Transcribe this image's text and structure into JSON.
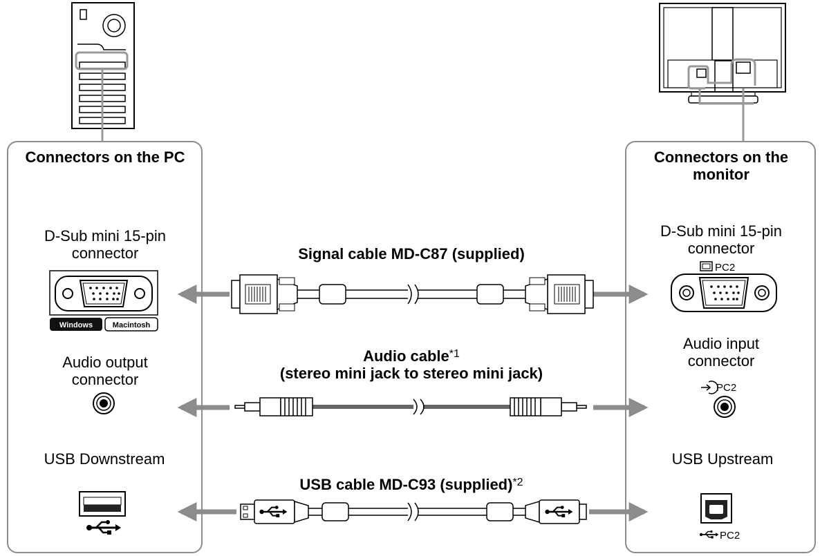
{
  "pc": {
    "heading": "Connectors on the PC",
    "dsub_label": "D-Sub mini 15-pin connector",
    "badges": [
      "Windows",
      "Macintosh"
    ],
    "audio_label": "Audio output connector",
    "usb_label": "USB Downstream"
  },
  "monitor": {
    "heading": "Connectors on the monitor",
    "dsub_label": "D-Sub mini 15-pin connector",
    "dsub_port": "PC2",
    "audio_label": "Audio input connector",
    "audio_port": "PC2",
    "usb_label": "USB Upstream",
    "usb_port": "PC2"
  },
  "cables": {
    "signal": "Signal cable MD-C87 (supplied)",
    "audio_line1": "Audio cable",
    "audio_note": "*1",
    "audio_line2": "(stereo mini jack to stereo mini jack)",
    "usb": "USB cable MD-C93 (supplied)",
    "usb_note": "*2"
  },
  "colors": {
    "arrow": "#8c8c8c",
    "panel_border": "#8c8c8c",
    "highlight": "#999999",
    "audio_cable": "#666666",
    "badge_fill": "#111111"
  }
}
